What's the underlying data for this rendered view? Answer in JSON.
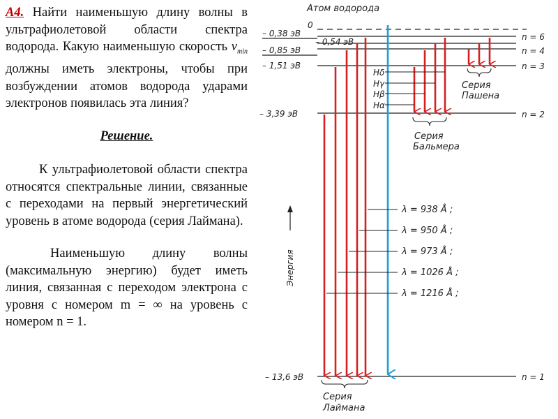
{
  "problem": {
    "label": "А4.",
    "text": "Найти наименьшую длину волны в ультрафиолетовой области спектра водорода. Какую наименьшую скорость",
    "v_symbol": "v",
    "v_sub": "min",
    "text_after": "должны иметь электроны, чтобы при возбуждении атомов водорода ударами электронов появилась эта линия?"
  },
  "solution": {
    "heading": "Решение.",
    "paragraph1": "К ультрафиолетовой области спектра относятся спектральные линии, связанные с переходами на первый энергетический уровень в атоме водорода (серия Лаймана).",
    "paragraph2": "Наименьшую длину волны (максимальную энергию) будет иметь линия, связанная с переходом электрона с уровня с номером m = ∞ на уровень с номером n = 1."
  },
  "diagram": {
    "title": "Атом водорода",
    "energy_axis_label": "Энергия",
    "levels": [
      {
        "energy": "0",
        "n": ""
      },
      {
        "energy": "– 0,38 эВ",
        "n": "n = 6"
      },
      {
        "energy": "– 0,54 эВ",
        "n": ""
      },
      {
        "energy": "– 0,85 эВ",
        "n": "n = 4"
      },
      {
        "energy": "– 1,51 эВ",
        "n": "n = 3"
      },
      {
        "energy": "– 3,39 эВ",
        "n": "n = 2"
      },
      {
        "energy": "– 13,6 эВ",
        "n": "n = 1"
      }
    ],
    "balmer_labels": [
      "Hδ",
      "Hγ",
      "Hβ",
      "Hα"
    ],
    "wavelengths": [
      "λ = 938 Å ;",
      "λ = 950 Å ;",
      "λ = 973 Å ;",
      "λ = 1026 Å ;",
      "λ = 1216 Å ;"
    ],
    "series": {
      "lyman": [
        "Серия",
        "Лаймана"
      ],
      "balmer": [
        "Серия",
        "Бальмера"
      ],
      "paschen": [
        "Серия",
        "Пашена"
      ]
    },
    "colors": {
      "transition_arrow": "#d42020",
      "infinity_arrow": "#1aa0d8",
      "lines": "#222222"
    }
  }
}
